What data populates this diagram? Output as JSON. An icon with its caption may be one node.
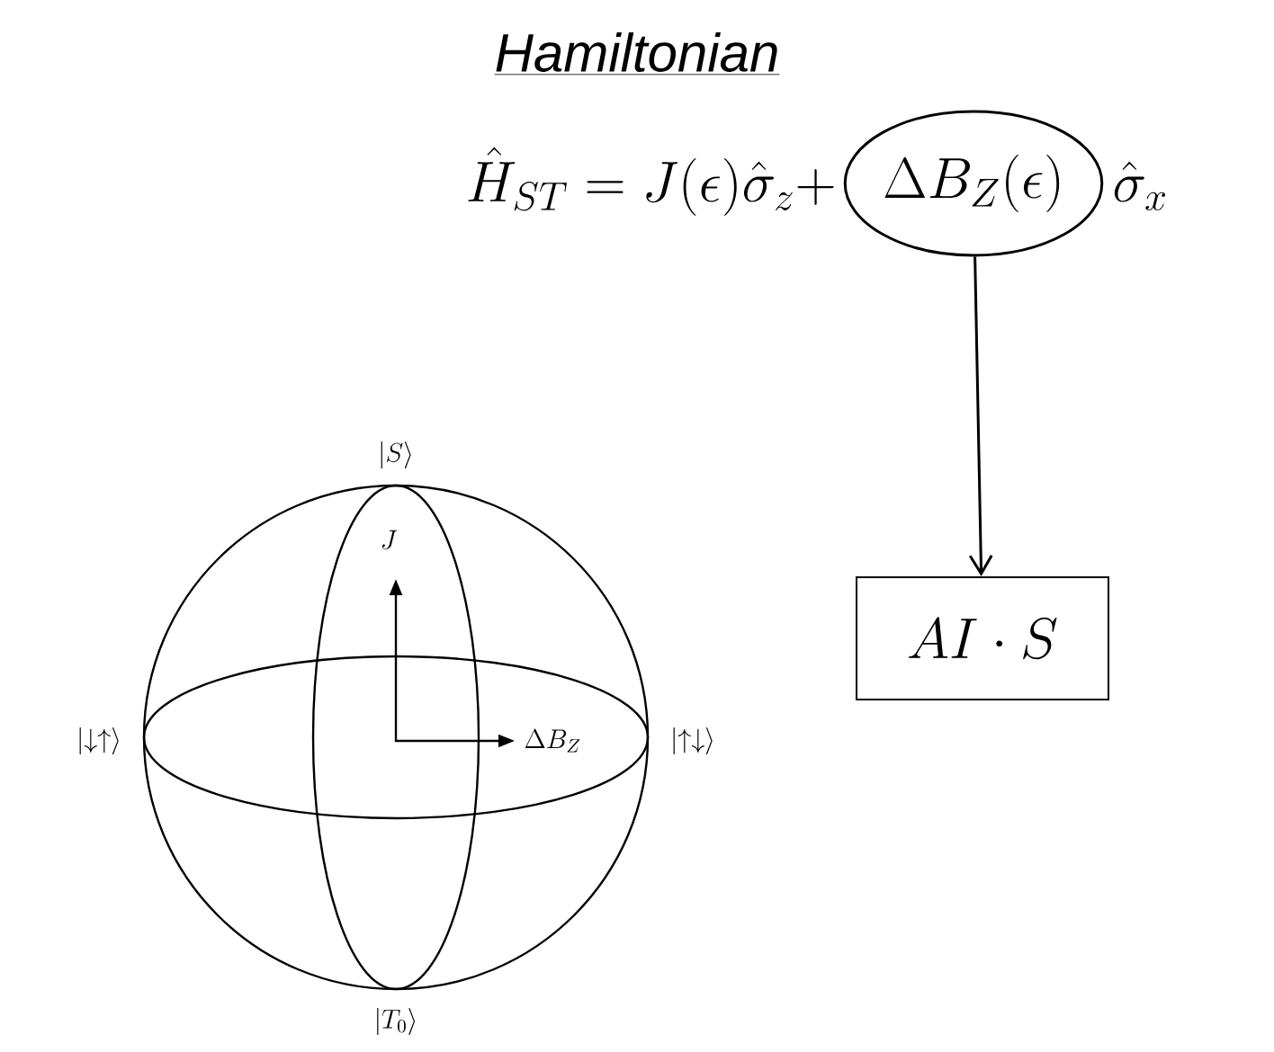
{
  "diagram": {
    "title": "Hamiltonian",
    "nodes": [
      {
        "text": [
          "\\Delta B_{Z}(\\epsilon)"
        ]
      },
      {
        "text": [
          "AI \\cdot S"
        ]
      }
    ],
    "edges": [
      {
        "from": 0,
        "to": 1,
        "arrow": "to"
      }
    ],
    "labels": [
      "\\hat{H}_{ST} = J(\\epsilon)\\hat{\\sigma}_{z} +",
      "\\hat{\\sigma}_{x}",
      "|S\\rangle",
      "J",
      "|{\\downarrow}{\\uparrow}\\rangle",
      "\\Delta B_{Z}",
      "|{\\uparrow}{\\downarrow}\\rangle",
      "|T_{0}\\rangle"
    ]
  }
}
